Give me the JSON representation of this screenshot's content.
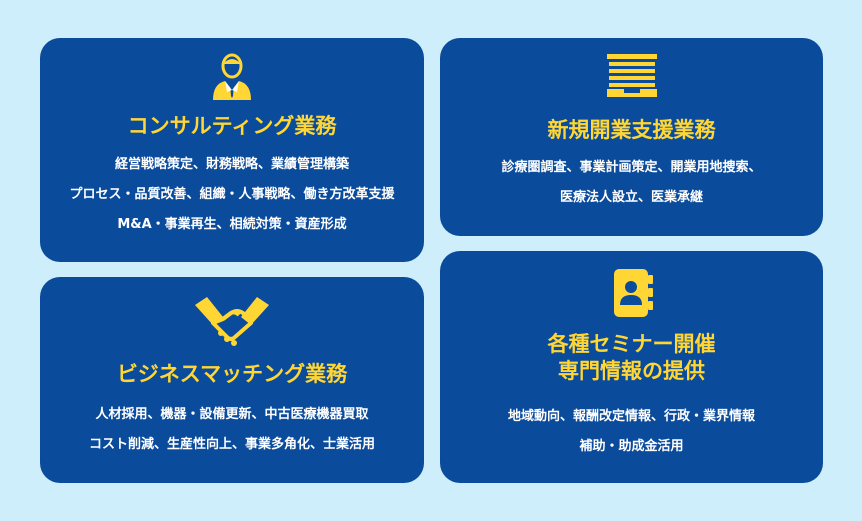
{
  "colors": {
    "background": "#cdeefa",
    "card": "#0b4b9c",
    "title": "#ffd633",
    "text": "#ffffff"
  },
  "cards": [
    {
      "icon": "businessman-icon",
      "title": "コンサルティング業務",
      "lines": [
        "経営戦略策定、財務戦略、業績管理構築",
        "プロセス・品質改善、組織・人事戦略、働き方改革支援",
        "M&A・事業再生、相続対策・資産形成"
      ]
    },
    {
      "icon": "clinic-building-icon",
      "title": "新規開業支援業務",
      "lines": [
        "診療圏調査、事業計画策定、開業用地捜索、",
        "医療法人設立、医業承継"
      ]
    },
    {
      "icon": "handshake-icon",
      "title": "ビジネスマッチング業務",
      "lines": [
        "人材採用、機器・設備更新、中古医療機器買取",
        "コスト削減、生産性向上、事業多角化、士業活用"
      ]
    },
    {
      "icon": "contact-book-icon",
      "title_lines": [
        "各種セミナー開催",
        "専門情報の提供"
      ],
      "lines": [
        "地域動向、報酬改定情報、行政・業界情報",
        "補助・助成金活用"
      ]
    }
  ]
}
